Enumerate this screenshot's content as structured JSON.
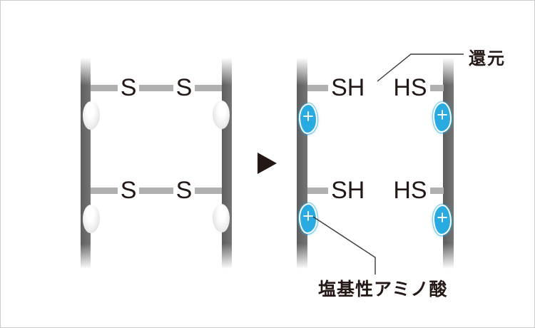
{
  "figure_before": {
    "description": "two protein strands linked by disulfide bonds",
    "bonds": [
      {
        "left_atom": "S",
        "right_atom": "S"
      },
      {
        "left_atom": "S",
        "right_atom": "S"
      }
    ]
  },
  "arrow": {
    "direction": "right"
  },
  "figure_after": {
    "description": "strands after reduction with free thiol groups and charged basic amino acids",
    "bonds": [
      {
        "left_group": "SH",
        "right_group": "HS"
      },
      {
        "left_group": "SH",
        "right_group": "HS"
      }
    ],
    "charge_symbol": "+"
  },
  "annotations": {
    "reduction_label": "還元",
    "basic_amino_acid_label": "塩基性アミノ酸"
  },
  "colors": {
    "accent_blue": "#29abe2",
    "arrow_color": "#231815",
    "strand_gray": "#676767",
    "bond_bar_gray": "#b0b0b0",
    "text_color": "#231815"
  }
}
